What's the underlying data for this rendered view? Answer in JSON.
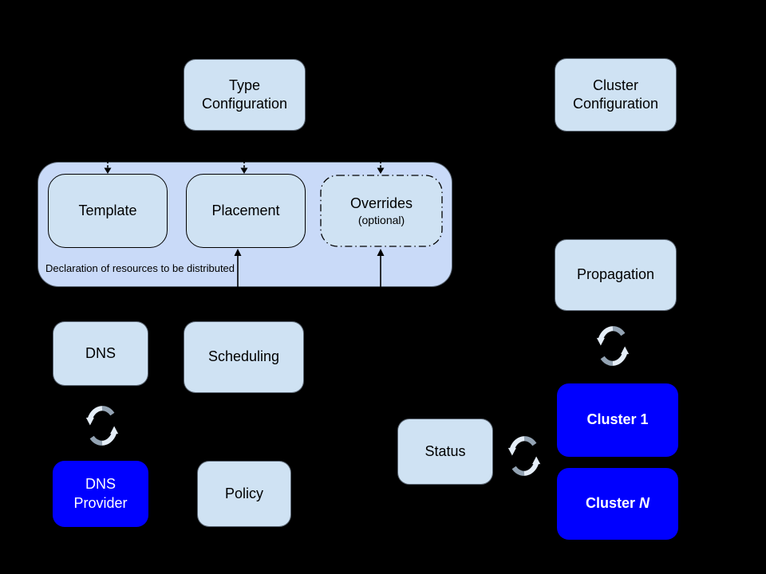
{
  "diagram": {
    "type_configuration": {
      "line1": "Type",
      "line2": "Configuration"
    },
    "cluster_configuration": {
      "line1": "Cluster",
      "line2": "Configuration"
    },
    "declaration": {
      "caption": "Declaration of resources to be distributed",
      "template": "Template",
      "placement": "Placement",
      "overrides": "Overrides",
      "overrides_note": "(optional)"
    },
    "dns": "DNS",
    "scheduling": "Scheduling",
    "dns_provider": {
      "line1": "DNS",
      "line2": "Provider"
    },
    "policy": "Policy",
    "status": "Status",
    "propagation": "Propagation",
    "cluster_1": "Cluster 1",
    "cluster_n": {
      "prefix": "Cluster ",
      "suffix": "N"
    },
    "colors": {
      "background": "#000000",
      "light_box_fill": "#cfe2f3",
      "container_fill": "#c9daf8",
      "cluster_box_fill": "#0000ff",
      "dark_text": "#000000",
      "light_text": "#ffffff",
      "sync_arrow_light": "#e4edf7",
      "sync_arrow_dark": "#93a3b3",
      "connector": "#000000"
    },
    "icons": [
      {
        "name": "sync-cycle-icon",
        "shape": "two curved arrows forming a cycle"
      },
      {
        "name": "arrow-down-dashed-icon",
        "shape": "dashed line with down arrowhead"
      },
      {
        "name": "arrow-up-icon",
        "shape": "solid line with up arrowhead"
      }
    ]
  }
}
